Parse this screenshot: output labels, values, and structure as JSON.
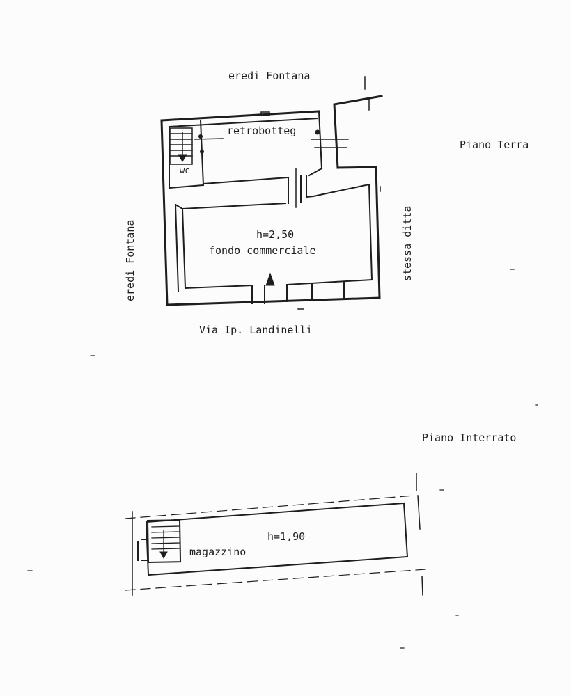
{
  "ground_floor": {
    "floor_label": "Piano Terra",
    "neighbor_top": "eredi Fontana",
    "neighbor_left": "eredi Fontana",
    "neighbor_right": "stessa ditta",
    "street": "Via Ip. Landinelli",
    "room_back": "retrobotteg",
    "room_wc": "wc",
    "room_main_height": "h=2,50",
    "room_main_name": "fondo commerciale"
  },
  "basement": {
    "floor_label": "Piano Interrato",
    "room_name": "magazzino",
    "room_height": "h=1,90"
  },
  "colors": {
    "ink": "#1e1e1e",
    "paper": "#fcfcfc"
  }
}
